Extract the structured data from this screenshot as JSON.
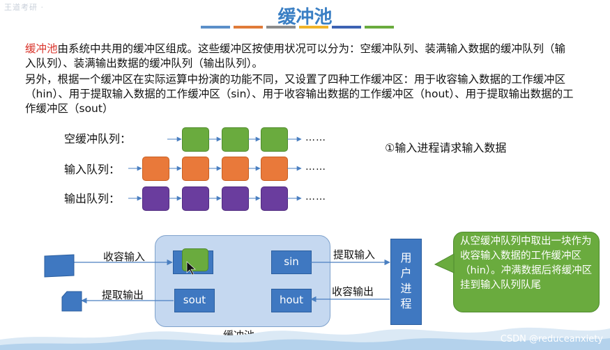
{
  "header": {
    "corner_mark": "王道考研 ·",
    "title": "缓冲池"
  },
  "accent_colors": [
    "#5b8fc9",
    "#e07b39",
    "#8c8c8c",
    "#f0b429",
    "#3d62b3",
    "#6aab3e"
  ],
  "intro": {
    "p1_highlight": "缓冲池",
    "p1_rest": "由系统中共用的缓冲区组成。这些缓冲区按使用状况可以分为：空缓冲队列、装满输入数据的缓冲队列（输入队列）、装满输出数据的缓冲队列（输出队列）。",
    "p2": "另外，根据一个缓冲区在实际运算中扮演的功能不同，又设置了四种工作缓冲区：用于收容输入数据的工作缓冲区（hin）、用于提取输入数据的工作缓冲区（sin）、用于收容输出数据的工作缓冲区（hout）、用于提取输出数据的工作缓冲区（sout）"
  },
  "queues": {
    "empty_label": "空缓冲队列：",
    "input_label": "输入队列：",
    "output_label": "输出队列：",
    "ellipsis": "……",
    "empty_color": "#6aab3e",
    "input_color": "#e9793a",
    "output_color": "#6a3d9e"
  },
  "step": {
    "text": "①输入进程请求输入数据"
  },
  "pool": {
    "label": "缓冲池",
    "sin": "sin",
    "sout": "sout",
    "hout": "hout",
    "user_process": [
      "用",
      "户",
      "进",
      "程"
    ],
    "edge_in": "收容输入",
    "edge_out": "提取输出",
    "edge_extract_in": "提取输入",
    "edge_collect_out": "收容输出"
  },
  "callout": {
    "text": "从空缓冲队列中取出一块作为收容输入数据的工作缓冲区（hin）。冲满数据后将缓冲区挂到输入队列队尾"
  },
  "watermark": {
    "text": "CSDN @reduceanxiety"
  }
}
